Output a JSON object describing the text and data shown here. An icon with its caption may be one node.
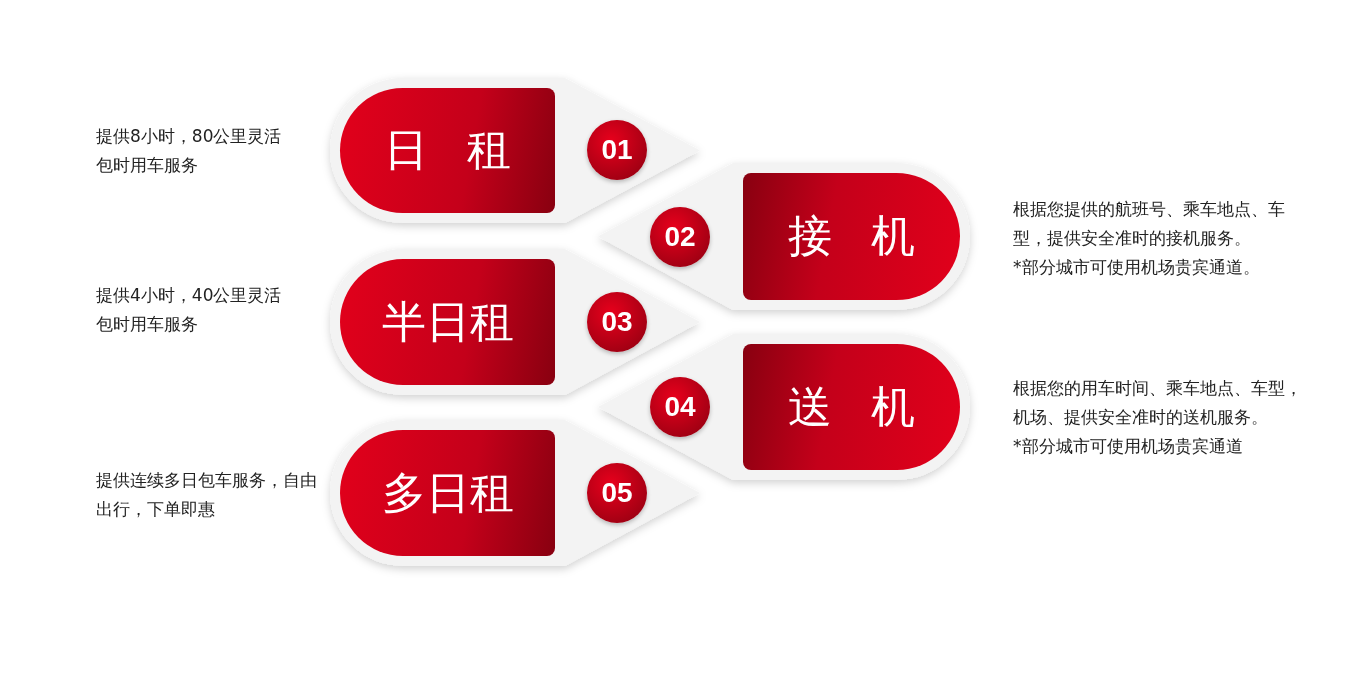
{
  "diagram": {
    "nodes": [
      {
        "text": [
          "日租"
        ],
        "beside": [
          "提供8小时，80公里灵活包时用车服务"
        ]
      },
      {
        "text": [
          "01"
        ]
      },
      {
        "text": [
          "02"
        ]
      },
      {
        "text": [
          "接机"
        ],
        "beside": [
          "根据您提供的航班号、乘车地点、车型，提供安全准时的接机服务。",
          "*部分城市可使用机场贵宾通道。"
        ]
      },
      {
        "text": [
          "半日租"
        ],
        "beside": [
          "提供4小时，40公里灵活包时用车服务"
        ]
      },
      {
        "text": [
          "03"
        ]
      },
      {
        "text": [
          "04"
        ]
      },
      {
        "text": [
          "送机"
        ],
        "beside": [
          "根据您的用车时间、乘车地点、车型，机场、提供安全准时的送机服务。",
          "*部分城市可使用机场贵宾通道"
        ]
      },
      {
        "text": [
          "多日租"
        ],
        "beside": [
          "提供连续多日包车服务，自由出行，下单即惠"
        ]
      },
      {
        "text": [
          "05"
        ]
      }
    ],
    "edges": []
  }
}
